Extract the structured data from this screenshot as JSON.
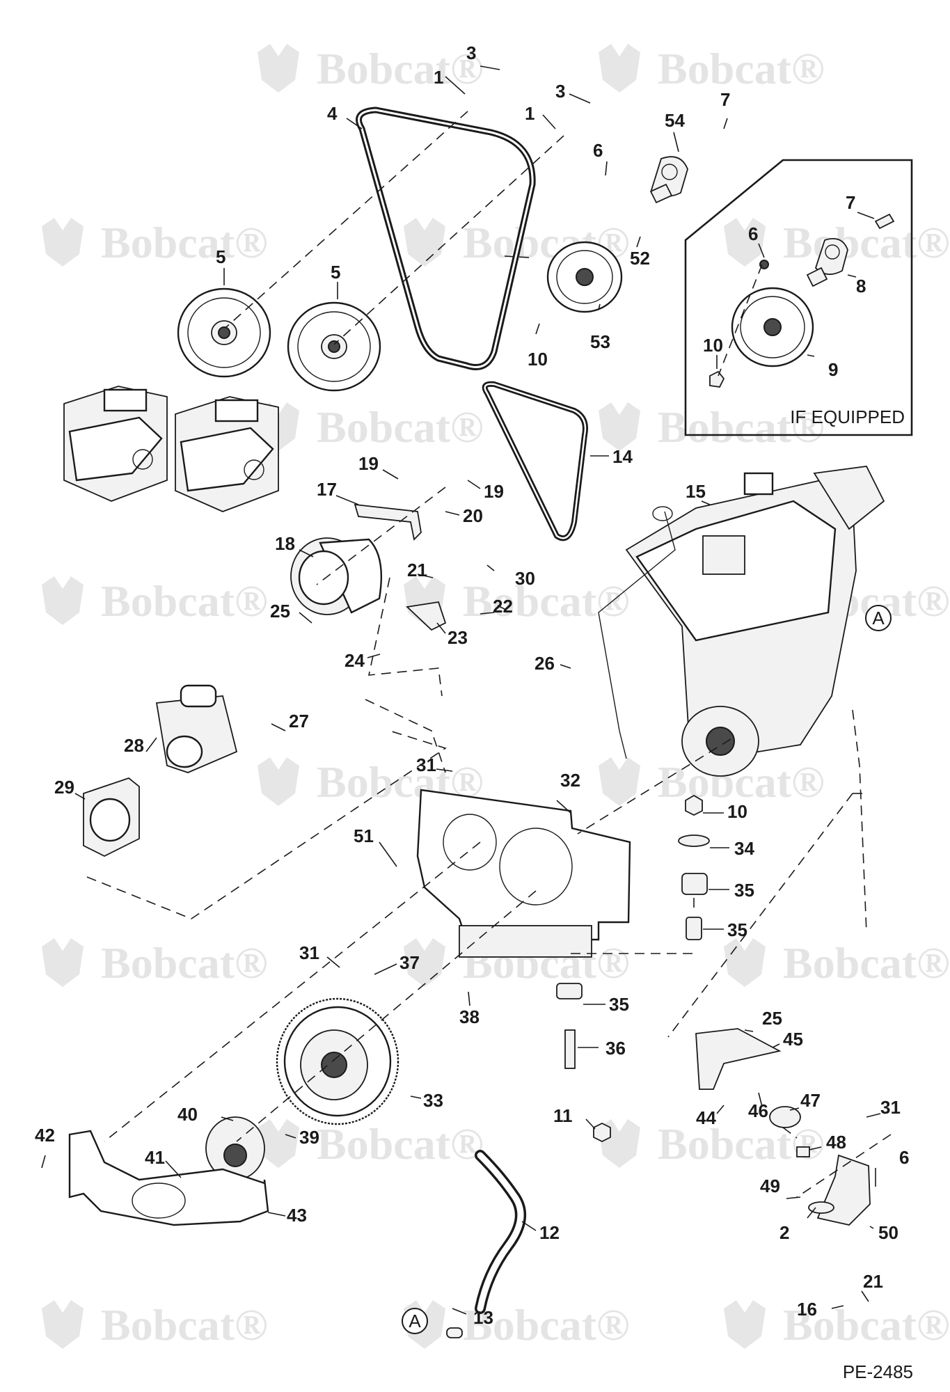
{
  "diagram": {
    "watermark_text": "Bobcat",
    "watermark_mark": "®",
    "inset_label": "IF EQUIPPED",
    "reference_code": "PE-2485",
    "connector_label": "A",
    "callouts": [
      {
        "id": "c-3a",
        "text": "3"
      },
      {
        "id": "c-1a",
        "text": "1"
      },
      {
        "id": "c-3b",
        "text": "3"
      },
      {
        "id": "c-1b",
        "text": "1"
      },
      {
        "id": "c-4",
        "text": "4"
      },
      {
        "id": "c-54",
        "text": "54"
      },
      {
        "id": "c-7a",
        "text": "7"
      },
      {
        "id": "c-6a",
        "text": "6"
      },
      {
        "id": "c-52",
        "text": "52"
      },
      {
        "id": "c-53",
        "text": "53"
      },
      {
        "id": "c-10a",
        "text": "10"
      },
      {
        "id": "c-5a",
        "text": "5"
      },
      {
        "id": "c-5b",
        "text": "5"
      },
      {
        "id": "c-7b",
        "text": "7"
      },
      {
        "id": "c-6b",
        "text": "6"
      },
      {
        "id": "c-8",
        "text": "8"
      },
      {
        "id": "c-10b",
        "text": "10"
      },
      {
        "id": "c-9",
        "text": "9"
      },
      {
        "id": "c-14",
        "text": "14"
      },
      {
        "id": "c-15",
        "text": "15"
      },
      {
        "id": "c-19a",
        "text": "19"
      },
      {
        "id": "c-19b",
        "text": "19"
      },
      {
        "id": "c-17",
        "text": "17"
      },
      {
        "id": "c-20",
        "text": "20"
      },
      {
        "id": "c-18",
        "text": "18"
      },
      {
        "id": "c-21a",
        "text": "21"
      },
      {
        "id": "c-30",
        "text": "30"
      },
      {
        "id": "c-22",
        "text": "22"
      },
      {
        "id": "c-25a",
        "text": "25"
      },
      {
        "id": "c-23",
        "text": "23"
      },
      {
        "id": "c-24",
        "text": "24"
      },
      {
        "id": "c-26",
        "text": "26"
      },
      {
        "id": "c-28",
        "text": "28"
      },
      {
        "id": "c-27",
        "text": "27"
      },
      {
        "id": "c-29",
        "text": "29"
      },
      {
        "id": "c-31a",
        "text": "31"
      },
      {
        "id": "c-32",
        "text": "32"
      },
      {
        "id": "c-10c",
        "text": "10"
      },
      {
        "id": "c-51",
        "text": "51"
      },
      {
        "id": "c-34",
        "text": "34"
      },
      {
        "id": "c-35a",
        "text": "35"
      },
      {
        "id": "c-35b",
        "text": "35"
      },
      {
        "id": "c-31b",
        "text": "31"
      },
      {
        "id": "c-37",
        "text": "37"
      },
      {
        "id": "c-38",
        "text": "38"
      },
      {
        "id": "c-35c",
        "text": "35"
      },
      {
        "id": "c-36",
        "text": "36"
      },
      {
        "id": "c-25b",
        "text": "25"
      },
      {
        "id": "c-45",
        "text": "45"
      },
      {
        "id": "c-33",
        "text": "33"
      },
      {
        "id": "c-47",
        "text": "47"
      },
      {
        "id": "c-44",
        "text": "44"
      },
      {
        "id": "c-46",
        "text": "46"
      },
      {
        "id": "c-40",
        "text": "40"
      },
      {
        "id": "c-39",
        "text": "39"
      },
      {
        "id": "c-11",
        "text": "11"
      },
      {
        "id": "c-31c",
        "text": "31"
      },
      {
        "id": "c-48",
        "text": "48"
      },
      {
        "id": "c-42",
        "text": "42"
      },
      {
        "id": "c-41",
        "text": "41"
      },
      {
        "id": "c-6c",
        "text": "6"
      },
      {
        "id": "c-49",
        "text": "49"
      },
      {
        "id": "c-43",
        "text": "43"
      },
      {
        "id": "c-12",
        "text": "12"
      },
      {
        "id": "c-2",
        "text": "2"
      },
      {
        "id": "c-50",
        "text": "50"
      },
      {
        "id": "c-16",
        "text": "16"
      },
      {
        "id": "c-21b",
        "text": "21"
      },
      {
        "id": "c-13",
        "text": "13"
      }
    ]
  }
}
